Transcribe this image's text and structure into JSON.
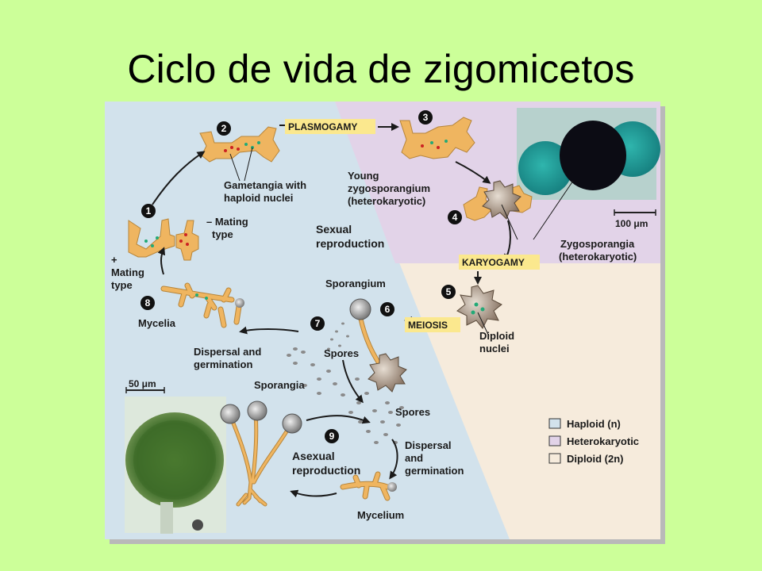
{
  "slide": {
    "title": "Ciclo de vida de zigomicetos"
  },
  "steps": {
    "s1": "1",
    "s2": "2",
    "s3": "3",
    "s4": "4",
    "s5": "5",
    "s6": "6",
    "s7": "7",
    "s8": "8",
    "s9": "9"
  },
  "phases": {
    "plasmogamy": "PLASMOGAMY",
    "karyogamy": "KARYOGAMY",
    "meiosis": "MEIOSIS"
  },
  "labels": {
    "gametangia_1": "Gametangia with",
    "gametangia_2": "haploid nuclei",
    "minus_mating_1": "– Mating",
    "minus_mating_2": "type",
    "plus_mating_1": "+",
    "plus_mating_2": "Mating",
    "plus_mating_3": "type",
    "young_zygo_1": "Young",
    "young_zygo_2": "zygosporangium",
    "young_zygo_3": "(heterokaryotic)",
    "sexual_1": "Sexual",
    "sexual_2": "reproduction",
    "zygosporangia_1": "Zygosporangia",
    "zygosporangia_2": "(heterokaryotic)",
    "scale_100": "100 μm",
    "sporangium": "Sporangium",
    "mycelia": "Mycelia",
    "diploid_1": "Diploid",
    "diploid_2": "nuclei",
    "dispersal_left_1": "Dispersal and",
    "dispersal_left_2": "germination",
    "spores_mid": "Spores",
    "scale_50": "50 μm",
    "sporangia": "Sporangia",
    "spores_low": "Spores",
    "asexual_1": "Asexual",
    "asexual_2": "reproduction",
    "dispersal_right_1": "Dispersal",
    "dispersal_right_2": "and",
    "dispersal_right_3": "germination",
    "mycelium": "Mycelium"
  },
  "legend": {
    "haploid": "Haploid (n)",
    "heterokaryotic": "Heterokaryotic",
    "diploid": "Diploid (2n)"
  },
  "colors": {
    "haploid": "#d2e2ec",
    "heterokaryotic": "#e2d3e8",
    "diploid": "#f6ebdc",
    "hyphae": "#efb560",
    "phase_box": "#fbe88e",
    "background": "#ccff99"
  }
}
